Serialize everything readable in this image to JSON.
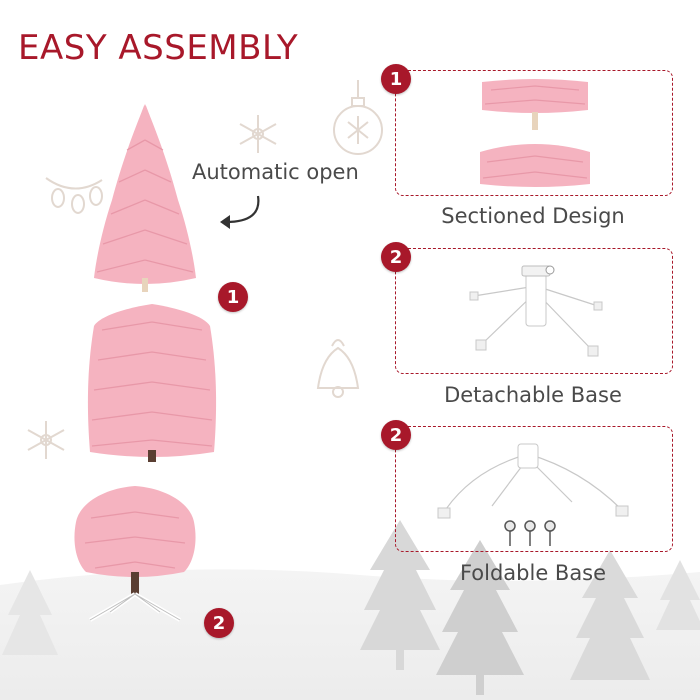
{
  "title": "EASY ASSEMBLY",
  "automatic_open_label": "Automatic open",
  "left_badges": [
    "1",
    "2"
  ],
  "features": [
    {
      "badge": "1",
      "caption": "Sectioned Design"
    },
    {
      "badge": "2",
      "caption": "Detachable Base"
    },
    {
      "badge": "2",
      "caption": "Foldable Base"
    }
  ],
  "colors": {
    "accent": "#a8182a",
    "tree_pink": "#f5b3c0",
    "tree_pink_dark": "#e592a3",
    "snow_tree": "#dcdcdc",
    "decor_line": "#e2d8d0"
  },
  "icons": [
    "snowflake-icon",
    "bauble-icon",
    "lights-icon",
    "bell-icon",
    "curved-arrow-icon"
  ]
}
